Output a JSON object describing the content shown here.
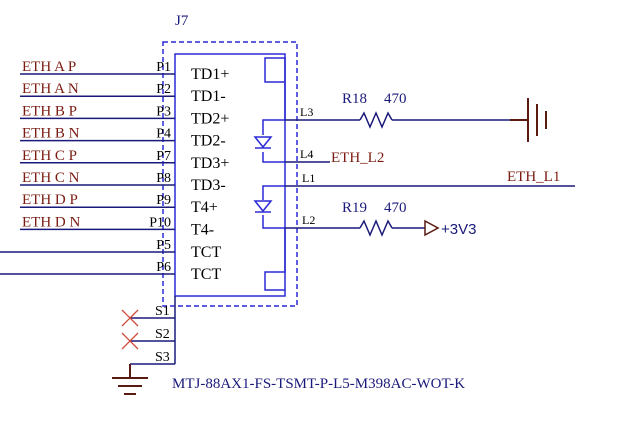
{
  "component": {
    "refdes": "J7",
    "part_number": "MTJ-88AX1-FS-TSMT-P-L5-M398AC-WOT-K"
  },
  "signal_pins": [
    {
      "net": "ETH_A_P",
      "pin": "P1",
      "func": "TD1+"
    },
    {
      "net": "ETH_A_N",
      "pin": "P2",
      "func": "TD1-"
    },
    {
      "net": "ETH_B_P",
      "pin": "P3",
      "func": "TD2+"
    },
    {
      "net": "ETH_B_N",
      "pin": "P4",
      "func": "TD2-"
    },
    {
      "net": "ETH_C_P",
      "pin": "P7",
      "func": "TD3+"
    },
    {
      "net": "ETH_C_N",
      "pin": "P8",
      "func": "TD3-"
    },
    {
      "net": "ETH_D_P",
      "pin": "P9",
      "func": "T4+"
    },
    {
      "net": "ETH_D_N",
      "pin": "P10",
      "func": "T4-"
    }
  ],
  "tct_pins": [
    {
      "pin": "P5",
      "func": "TCT"
    },
    {
      "pin": "P6",
      "func": "TCT"
    }
  ],
  "shield_pins": [
    "S1",
    "S2",
    "S3"
  ],
  "led_pins": {
    "l1": "L1",
    "l2": "L2",
    "l3": "L3",
    "l4": "L4"
  },
  "resistors": [
    {
      "ref": "R18",
      "value": "470"
    },
    {
      "ref": "R19",
      "value": "470"
    }
  ],
  "nets": {
    "eth_l2": "ETH_L2",
    "eth_l1": "ETH_L1",
    "power": "+3V3"
  }
}
